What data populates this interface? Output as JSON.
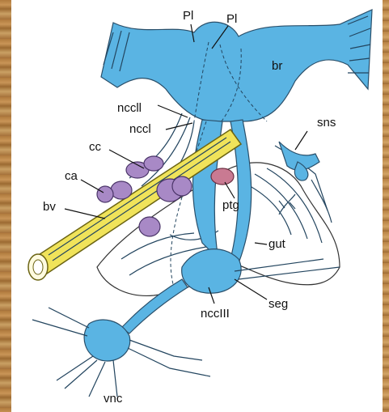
{
  "labels": {
    "pl_left": "Pl",
    "pl_right": "Pl",
    "br": "br",
    "nccll": "nccll",
    "nccl": "nccl",
    "sns": "sns",
    "cc": "cc",
    "ca": "ca",
    "bv": "bv",
    "ptg": "ptg",
    "gut": "gut",
    "seg": "seg",
    "nccIII": "nccIII",
    "vnc": "vnc"
  },
  "colors": {
    "nerve": "#5ab4e3",
    "vessel": "#f0e35a",
    "corpora": "#a889c6",
    "ptg": "#c97a92",
    "wood": "#b07a3d"
  }
}
